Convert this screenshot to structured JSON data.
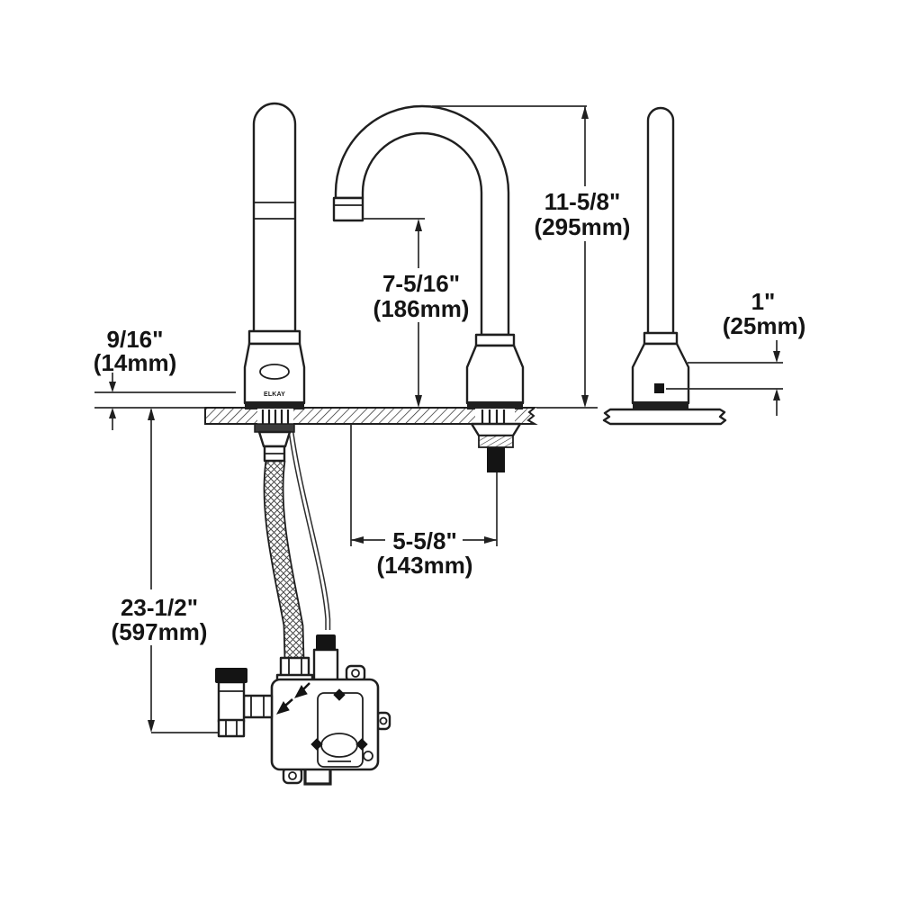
{
  "drawing": {
    "labels": {
      "spout_height": {
        "in": "11-5/8\"",
        "mm": "(295mm)"
      },
      "outlet_height": {
        "in": "7-5/16\"",
        "mm": "(186mm)"
      },
      "deck_clearance": {
        "in": "9/16\"",
        "mm": "(14mm)"
      },
      "sensor_height": {
        "in": "1\"",
        "mm": "(25mm)"
      },
      "spout_reach": {
        "in": "5-5/8\"",
        "mm": "(143mm)"
      },
      "supply_drop": {
        "in": "23-1/2\"",
        "mm": "(597mm)"
      },
      "brand": "ELKAY"
    },
    "colors": {
      "line": "#1f1f1f",
      "background": "#ffffff"
    }
  }
}
